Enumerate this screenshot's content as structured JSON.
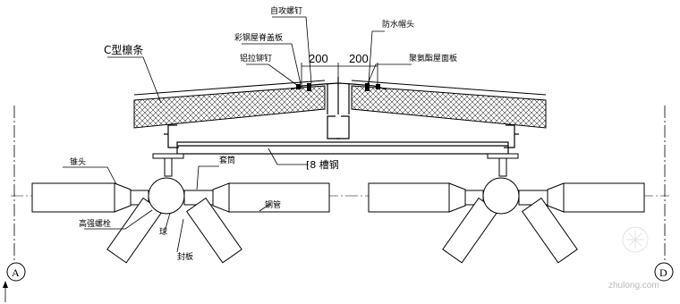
{
  "labels": {
    "self_tapping_screw": "自攻螺钉",
    "flashing_cover": "彩钢屋脊盖板",
    "rivet": "铝拉铆钉",
    "waterproof_cap": "防水帽头",
    "c_purlin": "C型檩条",
    "sandwich_panel": "聚氨酯屋面板",
    "channel_steel": "[8 槽钢",
    "cone_head": "锥头",
    "sleeve": "套筒",
    "hs_bolt": "高强螺栓",
    "ball": "球",
    "plate": "封板",
    "steel_tube": "钢管"
  },
  "dimensions": {
    "left": "200",
    "right": "200"
  },
  "axes": {
    "left": "A",
    "right": "D"
  },
  "watermark": "zhulong.com"
}
